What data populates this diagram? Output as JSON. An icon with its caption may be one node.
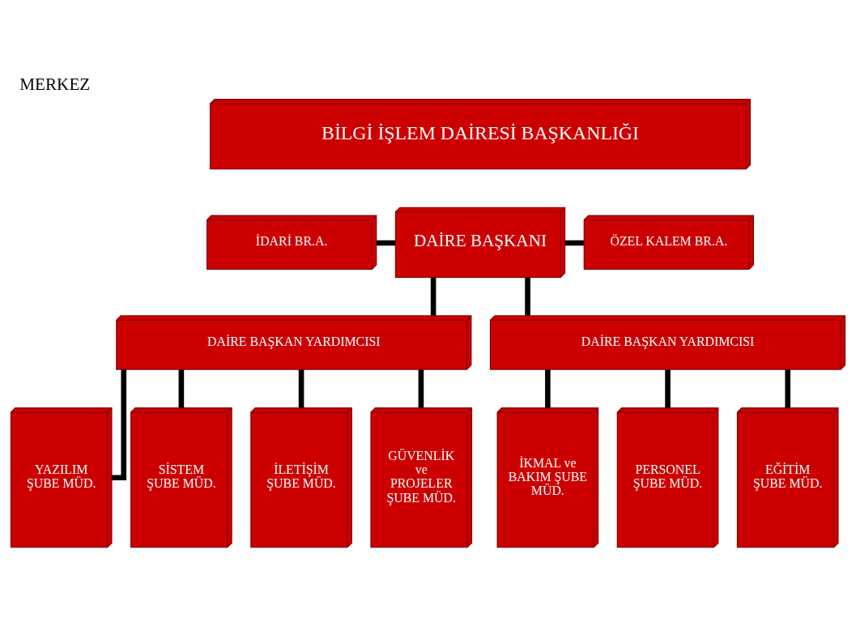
{
  "diagram": {
    "title": "MERKEZ",
    "nodes": [
      {
        "text": [
          "BİLGİ İŞLEM DAİRESİ BAŞKANLIĞI"
        ]
      },
      {
        "text": [
          "İDARİ BR.A."
        ]
      },
      {
        "text": [
          "DAİRE BAŞKANI"
        ]
      },
      {
        "text": [
          "ÖZEL KALEM BR.A."
        ]
      },
      {
        "text": [
          "DAİRE BAŞKAN YARDIMCISI"
        ]
      },
      {
        "text": [
          "DAİRE BAŞKAN YARDIMCISI"
        ]
      },
      {
        "text": [
          "YAZILIM ŞUBE MÜD."
        ]
      },
      {
        "text": [
          "SİSTEM ŞUBE MÜD."
        ]
      },
      {
        "text": [
          "İLETİŞİM ŞUBE MÜD."
        ]
      },
      {
        "text": [
          "GÜVENLİK ve PROJELER ŞUBE MÜD."
        ]
      },
      {
        "text": [
          "İKMAL ve BAKIM ŞUBE MÜD."
        ]
      },
      {
        "text": [
          "PERSONEL ŞUBE MÜD."
        ]
      },
      {
        "text": [
          "EĞİTİM ŞUBE MÜD."
        ]
      }
    ],
    "edges": [
      {
        "from": 1,
        "to": 2,
        "arrow": "none"
      },
      {
        "from": 2,
        "to": 3,
        "arrow": "none"
      },
      {
        "from": 2,
        "to": 4,
        "arrow": "none"
      },
      {
        "from": 2,
        "to": 5,
        "arrow": "none"
      },
      {
        "from": 4,
        "to": 6,
        "arrow": "none"
      },
      {
        "from": 4,
        "to": 7,
        "arrow": "none"
      },
      {
        "from": 4,
        "to": 8,
        "arrow": "none"
      },
      {
        "from": 4,
        "to": 9,
        "arrow": "none"
      },
      {
        "from": 5,
        "to": 10,
        "arrow": "none"
      },
      {
        "from": 5,
        "to": 11,
        "arrow": "none"
      },
      {
        "from": 5,
        "to": 12,
        "arrow": "none"
      }
    ]
  }
}
